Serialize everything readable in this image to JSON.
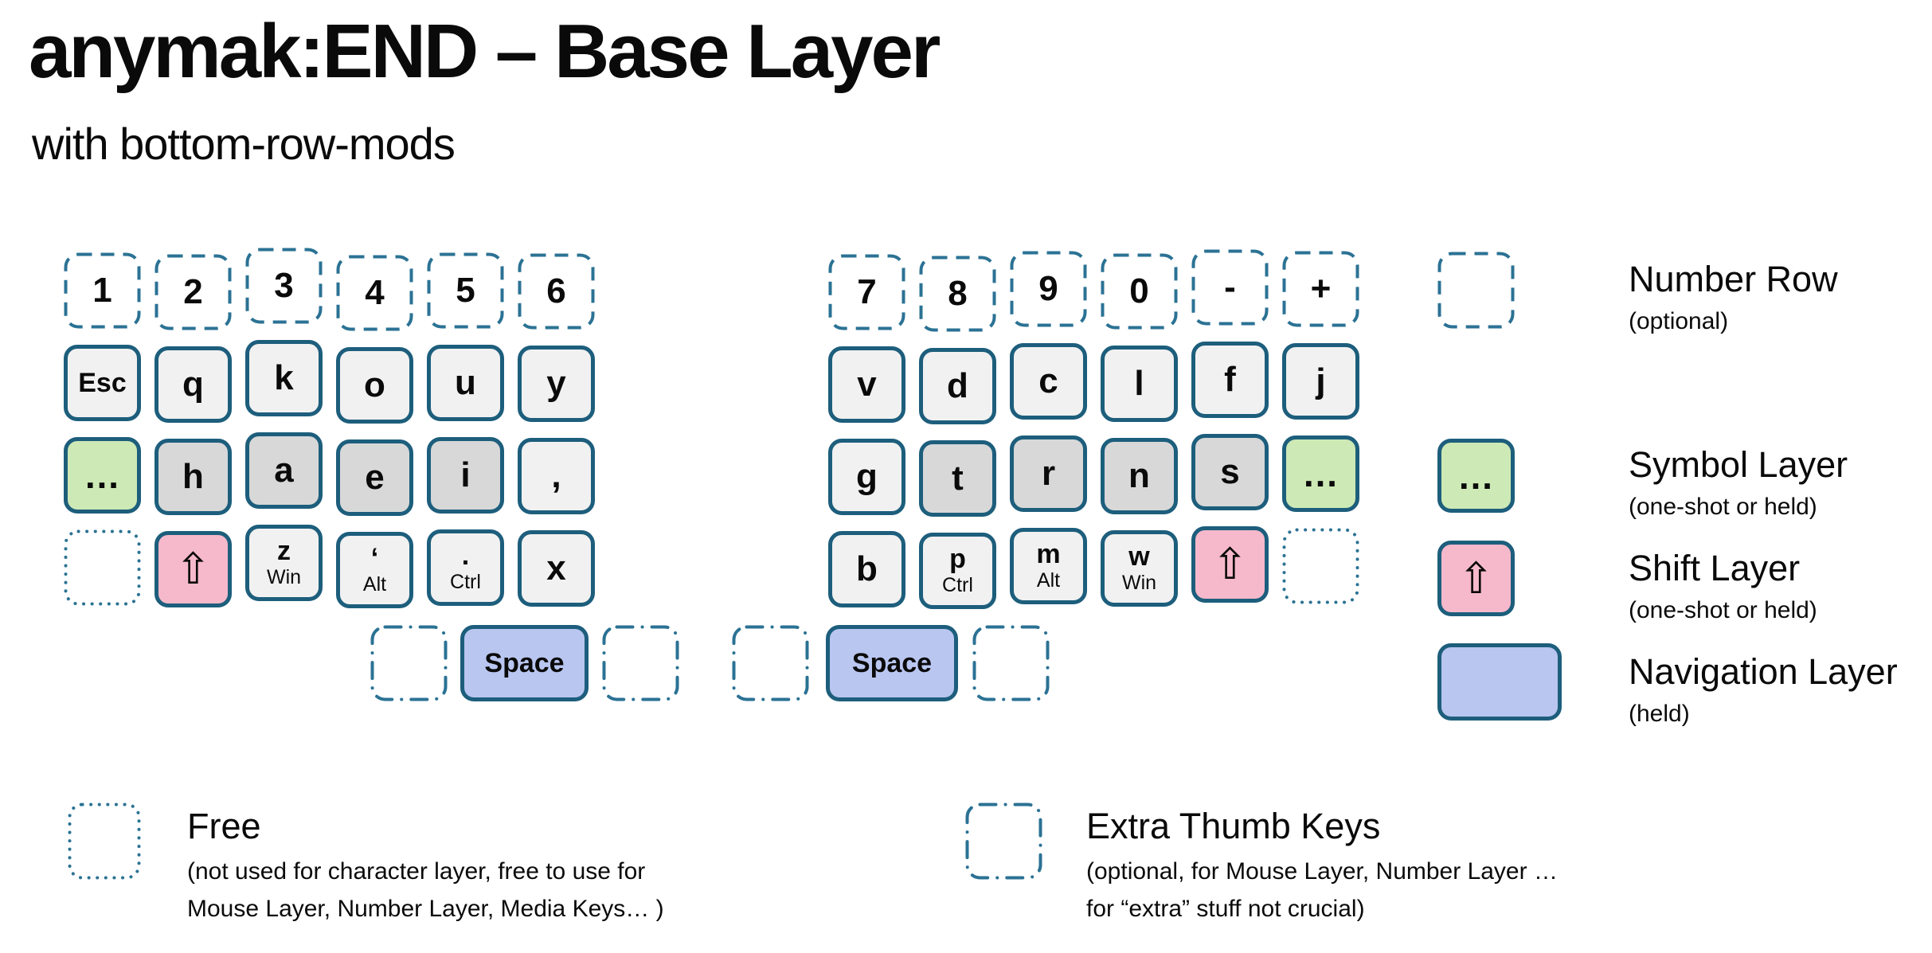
{
  "header": {
    "title": "anymak:END – Base Layer",
    "subtitle": "with bottom-row-mods"
  },
  "colors": {
    "key_border_solid": "#1d5e7c",
    "key_border_outline": "#2b7294",
    "plain": "#f1f1f1",
    "home": "#d8d8d8",
    "symbol": "#cde9b5",
    "shift": "#f6b9cb",
    "nav": "#b9c6f0",
    "white": "#ffffff",
    "text": "#0a0a0a"
  },
  "keyboard": {
    "left": {
      "rows": [
        {
          "name": "number-row-left",
          "keys": [
            {
              "label": "1",
              "type": "optional",
              "name": "key-1"
            },
            {
              "label": "2",
              "type": "optional",
              "name": "key-2"
            },
            {
              "label": "3",
              "type": "optional",
              "name": "key-3"
            },
            {
              "label": "4",
              "type": "optional",
              "name": "key-4"
            },
            {
              "label": "5",
              "type": "optional",
              "name": "key-5"
            },
            {
              "label": "6",
              "type": "optional",
              "name": "key-6"
            }
          ]
        },
        {
          "name": "top-row-left",
          "keys": [
            {
              "label": "Esc",
              "type": "plain",
              "name": "key-esc"
            },
            {
              "label": "q",
              "type": "plain",
              "name": "key-q"
            },
            {
              "label": "k",
              "type": "plain",
              "name": "key-k"
            },
            {
              "label": "o",
              "type": "plain",
              "name": "key-o"
            },
            {
              "label": "u",
              "type": "plain",
              "name": "key-u"
            },
            {
              "label": "y",
              "type": "plain",
              "name": "key-y"
            }
          ]
        },
        {
          "name": "home-row-left",
          "keys": [
            {
              "label": "…",
              "type": "symbol",
              "name": "key-symbol-layer"
            },
            {
              "label": "h",
              "type": "home",
              "name": "key-h"
            },
            {
              "label": "a",
              "type": "home",
              "name": "key-a"
            },
            {
              "label": "e",
              "type": "home",
              "name": "key-e"
            },
            {
              "label": "i",
              "type": "home",
              "name": "key-i"
            },
            {
              "label": ",",
              "type": "plain",
              "name": "key-comma"
            }
          ]
        },
        {
          "name": "bottom-row-left",
          "keys": [
            {
              "label": "",
              "type": "free",
              "name": "key-free"
            },
            {
              "label": "⇧",
              "type": "shift",
              "name": "key-shift-left"
            },
            {
              "label": "z",
              "sub": "Win",
              "type": "plain",
              "name": "key-z-win"
            },
            {
              "label": "‘",
              "sub": "Alt",
              "type": "plain",
              "name": "key-apostrophe-alt"
            },
            {
              "label": ".",
              "sub": "Ctrl",
              "type": "plain",
              "name": "key-period-ctrl"
            },
            {
              "label": "x",
              "type": "plain",
              "name": "key-x"
            }
          ]
        }
      ],
      "thumb_keys": [
        {
          "label": "",
          "type": "extra",
          "name": "key-extra-thumb"
        },
        {
          "label": "Space",
          "type": "nav",
          "name": "key-space-left"
        },
        {
          "label": "",
          "type": "extra",
          "name": "key-extra-thumb"
        }
      ]
    },
    "right": {
      "rows": [
        {
          "name": "number-row-right",
          "keys": [
            {
              "label": "7",
              "type": "optional",
              "name": "key-7"
            },
            {
              "label": "8",
              "type": "optional",
              "name": "key-8"
            },
            {
              "label": "9",
              "type": "optional",
              "name": "key-9"
            },
            {
              "label": "0",
              "type": "optional",
              "name": "key-0"
            },
            {
              "label": "-",
              "type": "optional",
              "name": "key-minus"
            },
            {
              "label": "+",
              "type": "optional",
              "name": "key-plus"
            }
          ]
        },
        {
          "name": "top-row-right",
          "keys": [
            {
              "label": "v",
              "type": "plain",
              "name": "key-v"
            },
            {
              "label": "d",
              "type": "plain",
              "name": "key-d"
            },
            {
              "label": "c",
              "type": "plain",
              "name": "key-c"
            },
            {
              "label": "l",
              "type": "plain",
              "name": "key-l"
            },
            {
              "label": "f",
              "type": "plain",
              "name": "key-f"
            },
            {
              "label": "j",
              "type": "plain",
              "name": "key-j"
            }
          ]
        },
        {
          "name": "home-row-right",
          "keys": [
            {
              "label": "g",
              "type": "plain",
              "name": "key-g"
            },
            {
              "label": "t",
              "type": "home",
              "name": "key-t"
            },
            {
              "label": "r",
              "type": "home",
              "name": "key-r"
            },
            {
              "label": "n",
              "type": "home",
              "name": "key-n"
            },
            {
              "label": "s",
              "type": "home",
              "name": "key-s"
            },
            {
              "label": "…",
              "type": "symbol",
              "name": "key-symbol-layer"
            }
          ]
        },
        {
          "name": "bottom-row-right",
          "keys": [
            {
              "label": "b",
              "type": "plain",
              "name": "key-b"
            },
            {
              "label": "p",
              "sub": "Ctrl",
              "type": "plain",
              "name": "key-p-ctrl"
            },
            {
              "label": "m",
              "sub": "Alt",
              "type": "plain",
              "name": "key-m-alt"
            },
            {
              "label": "w",
              "sub": "Win",
              "type": "plain",
              "name": "key-w-win"
            },
            {
              "label": "⇧",
              "type": "shift",
              "name": "key-shift-right"
            },
            {
              "label": "",
              "type": "free",
              "name": "key-free"
            }
          ]
        }
      ],
      "thumb_keys": [
        {
          "label": "",
          "type": "extra",
          "name": "key-extra-thumb"
        },
        {
          "label": "Space",
          "type": "nav",
          "name": "key-space-right"
        },
        {
          "label": "",
          "type": "extra",
          "name": "key-extra-thumb"
        }
      ]
    }
  },
  "legend": [
    {
      "swatch": "optional",
      "swatch_label": "",
      "label": "Number Row",
      "note": "(optional)"
    },
    {
      "swatch": "symbol",
      "swatch_label": "…",
      "label": "Symbol Layer",
      "note": "(one-shot or held)"
    },
    {
      "swatch": "shift",
      "swatch_label": "⇧",
      "label": "Shift Layer",
      "note": "(one-shot or held)"
    },
    {
      "swatch": "nav",
      "swatch_label": "",
      "label": "Navigation Layer",
      "note": "(held)"
    }
  ],
  "footnotes": [
    {
      "swatch": "free",
      "label": "Free",
      "note_lines": [
        "(not used for character layer, free to use for",
        "Mouse Layer, Number Layer, Media Keys… )"
      ]
    },
    {
      "swatch": "extra",
      "label": "Extra Thumb Keys",
      "note_lines": [
        "(optional, for Mouse Layer, Number Layer …",
        "for “extra” stuff not crucial)"
      ]
    }
  ]
}
